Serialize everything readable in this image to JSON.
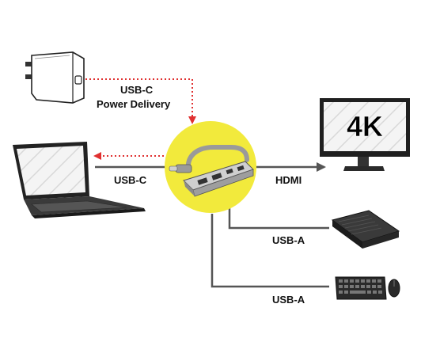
{
  "labels": {
    "power_line1": "USB-C",
    "power_line2": "Power Delivery",
    "laptop_link": "USB-C",
    "hdmi_link": "HDMI",
    "drive_link": "USB-A",
    "keyboard_link": "USB-A",
    "monitor_screen": "4K"
  },
  "colors": {
    "hub_circle": "#f2ea3c",
    "power_arrow": "#e03030",
    "line": "#555555"
  },
  "icons": {
    "charger": "power-adapter-icon",
    "laptop": "laptop-icon",
    "monitor": "monitor-icon",
    "drive": "external-drive-icon",
    "keyboard": "keyboard-mouse-icon",
    "hub": "usb-hub-icon"
  }
}
